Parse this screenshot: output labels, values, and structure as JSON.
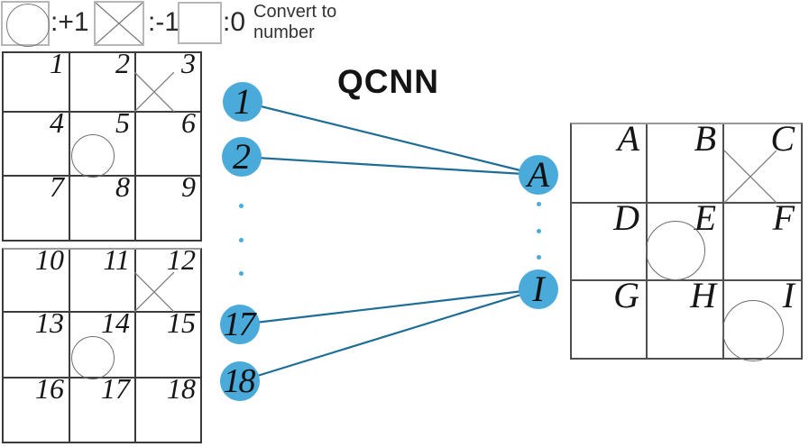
{
  "title": "QCNN",
  "legend": {
    "circle_label": ":+1",
    "cross_label": ":-1",
    "blank_label": ":0",
    "caption_line1": "Convert to",
    "caption_line2": "number"
  },
  "input_grids": [
    {
      "name": "board-1",
      "cells": [
        {
          "label": "1",
          "mark": "none"
        },
        {
          "label": "2",
          "mark": "none"
        },
        {
          "label": "3",
          "mark": "cross"
        },
        {
          "label": "4",
          "mark": "none"
        },
        {
          "label": "5",
          "mark": "circle"
        },
        {
          "label": "6",
          "mark": "none"
        },
        {
          "label": "7",
          "mark": "none"
        },
        {
          "label": "8",
          "mark": "none"
        },
        {
          "label": "9",
          "mark": "none"
        }
      ]
    },
    {
      "name": "board-2",
      "cells": [
        {
          "label": "10",
          "mark": "none"
        },
        {
          "label": "11",
          "mark": "none"
        },
        {
          "label": "12",
          "mark": "cross"
        },
        {
          "label": "13",
          "mark": "none"
        },
        {
          "label": "14",
          "mark": "circle"
        },
        {
          "label": "15",
          "mark": "none"
        },
        {
          "label": "16",
          "mark": "none"
        },
        {
          "label": "17",
          "mark": "none"
        },
        {
          "label": "18",
          "mark": "none"
        }
      ]
    }
  ],
  "output_grid": {
    "name": "board-3",
    "cells": [
      {
        "label": "A",
        "mark": "none"
      },
      {
        "label": "B",
        "mark": "none"
      },
      {
        "label": "C",
        "mark": "cross"
      },
      {
        "label": "D",
        "mark": "none"
      },
      {
        "label": "E",
        "mark": "circle"
      },
      {
        "label": "F",
        "mark": "none"
      },
      {
        "label": "G",
        "mark": "none"
      },
      {
        "label": "H",
        "mark": "none"
      },
      {
        "label": "I",
        "mark": "circle"
      }
    ]
  },
  "network": {
    "input_nodes": [
      "1",
      "2",
      "17",
      "18"
    ],
    "output_nodes": [
      "A",
      "I"
    ],
    "edges": [
      [
        "1",
        "A"
      ],
      [
        "2",
        "A"
      ],
      [
        "17",
        "I"
      ],
      [
        "18",
        "I"
      ]
    ]
  },
  "colors": {
    "node_fill": "#4aaad9",
    "edge_line": "#1e6d96"
  }
}
